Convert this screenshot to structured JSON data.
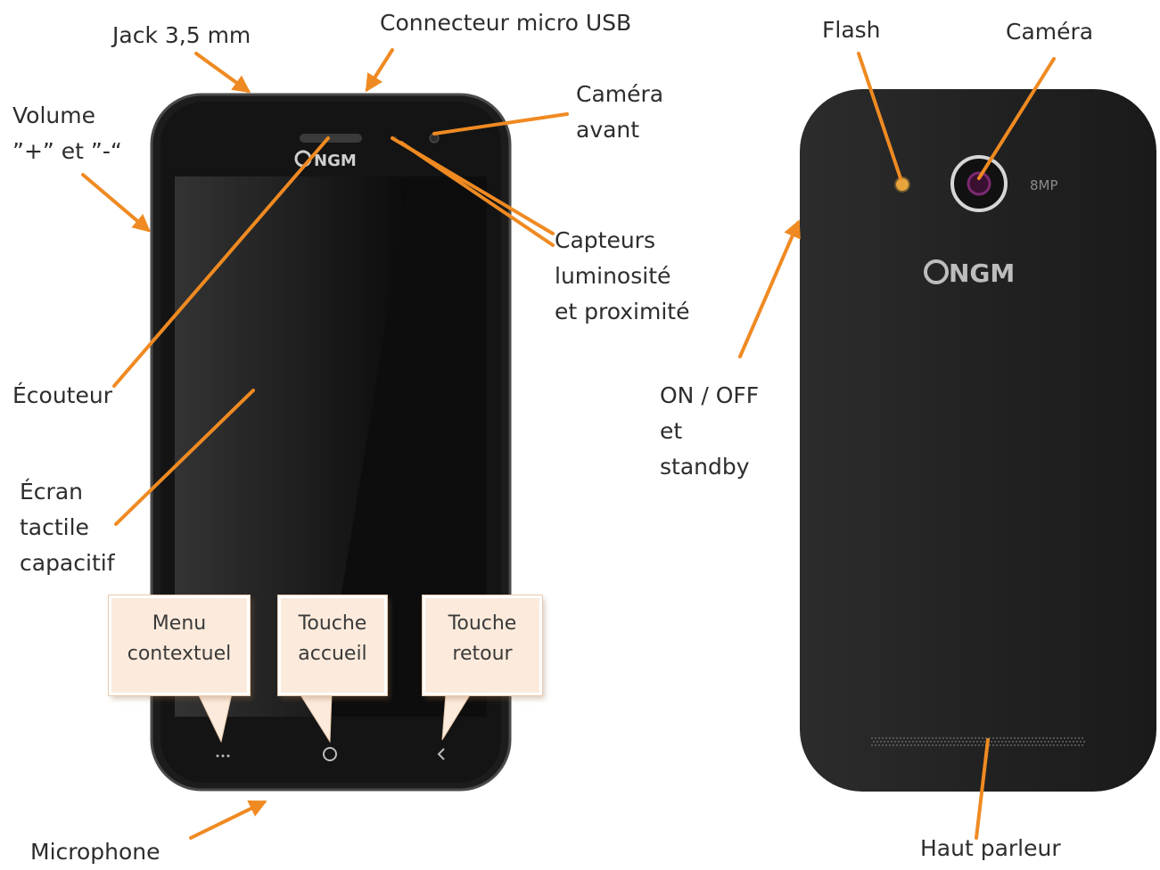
{
  "front_labels": {
    "jack": "Jack 3,5 mm",
    "usb": "Connecteur micro USB",
    "volume_line1": "Volume",
    "volume_line2": "”+” et ”-“",
    "front_camera_line1": "Caméra",
    "front_camera_line2": "avant",
    "sensors_line1": "Capteurs",
    "sensors_line2": "luminosité",
    "sensors_line3": "et proximité",
    "earpiece": "Écouteur",
    "screen_line1": "Écran",
    "screen_line2": "tactile",
    "screen_line3": "capacitif",
    "microphone": "Microphone"
  },
  "callouts": {
    "menu": [
      "Menu",
      "contextuel"
    ],
    "home": [
      "Touche",
      "accueil"
    ],
    "back": [
      "Touche",
      "retour"
    ]
  },
  "back_labels": {
    "flash": "Flash",
    "camera": "Caméra",
    "power_line1": "ON / OFF",
    "power_line2": "et",
    "power_line3": "standby",
    "speaker": "Haut parleur"
  },
  "device": {
    "brand": "NGM",
    "camera_spec": "8MP"
  },
  "colors": {
    "arrow": "#ef8a22",
    "phone_body": "#1c1c1c",
    "screen": "#0e0e0e",
    "back_body": "#232323",
    "callout_fill": "#fcebdc"
  }
}
